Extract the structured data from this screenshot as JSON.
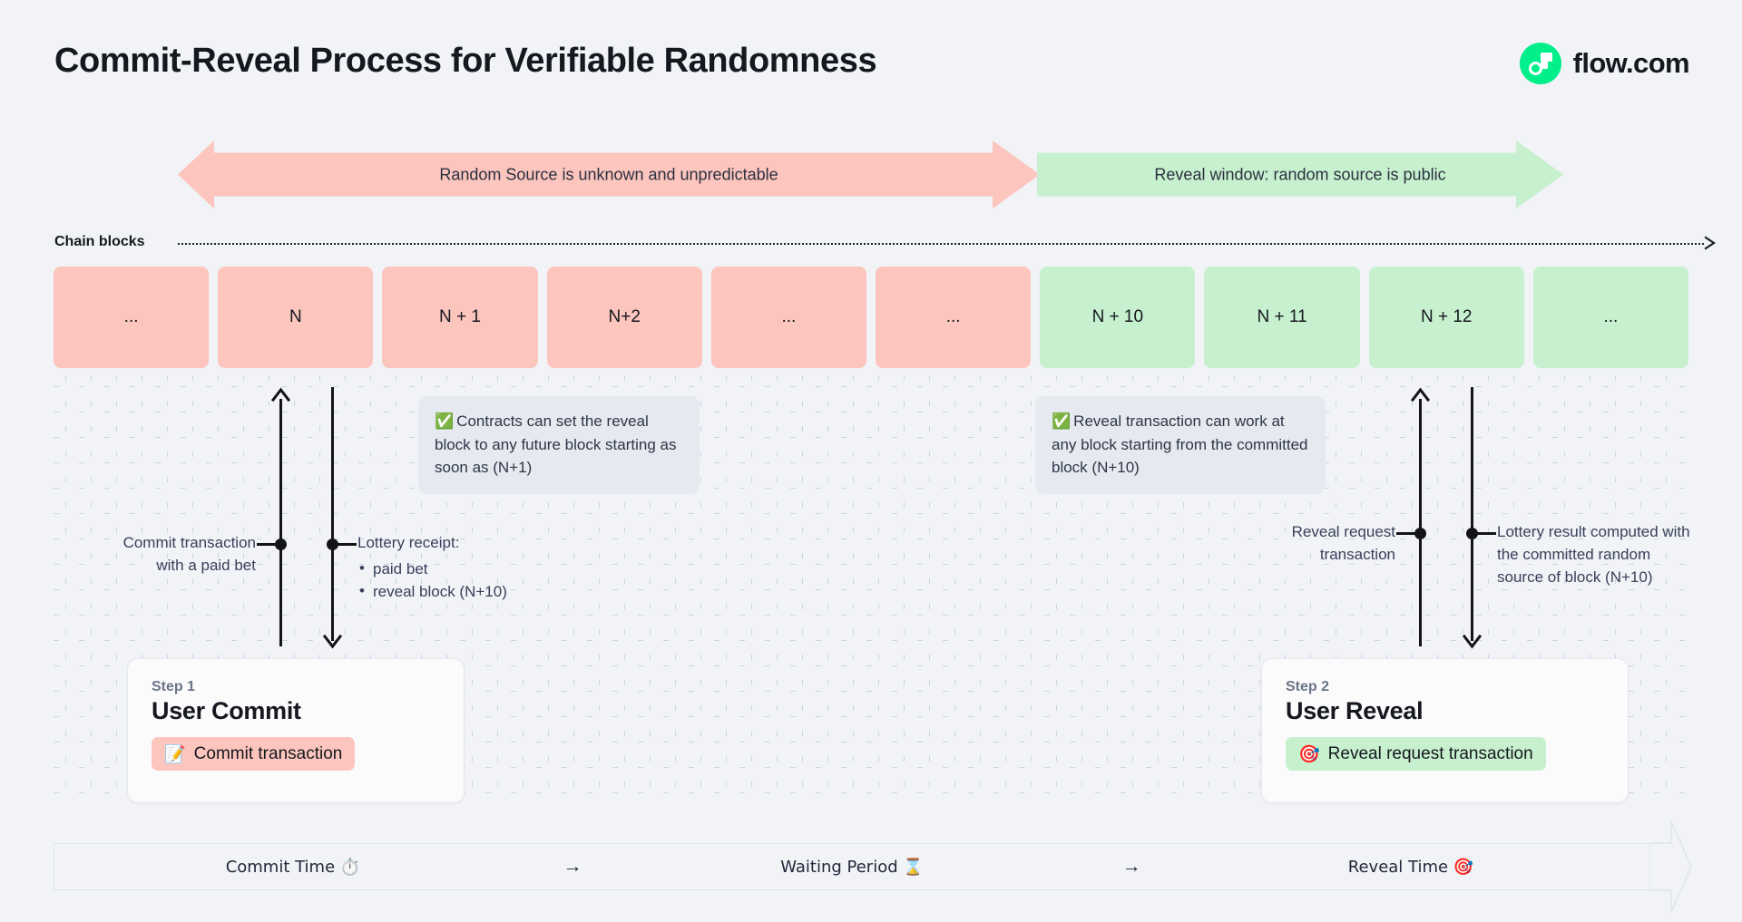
{
  "header": {
    "title": "Commit-Reveal Process for Verifiable Randomness",
    "brand_name": "flow.com",
    "brand_icon": "flow-logo-icon",
    "brand_color": "#00ef8b"
  },
  "phases": {
    "unknown": {
      "label": "Random Source is unknown and unpredictable",
      "color": "#fcc5bd",
      "direction": "double"
    },
    "reveal": {
      "label": "Reveal window: random source is public",
      "color": "#c7f0ce",
      "direction": "right"
    }
  },
  "chain": {
    "rail_label": "Chain blocks",
    "rail_icon": "dotted-arrow-right-icon",
    "blocks": [
      {
        "label": "...",
        "state": "committed",
        "color": "#fcc5bd"
      },
      {
        "label": "N",
        "state": "committed",
        "color": "#fcc5bd"
      },
      {
        "label": "N + 1",
        "state": "committed",
        "color": "#fcc5bd"
      },
      {
        "label": "N+2",
        "state": "committed",
        "color": "#fcc5bd"
      },
      {
        "label": "...",
        "state": "committed",
        "color": "#fcc5bd"
      },
      {
        "label": "...",
        "state": "committed",
        "color": "#fcc5bd"
      },
      {
        "label": "N + 10",
        "state": "revealed",
        "color": "#c7f0ce"
      },
      {
        "label": "N + 11",
        "state": "revealed",
        "color": "#c7f0ce"
      },
      {
        "label": "N + 12",
        "state": "revealed",
        "color": "#c7f0ce"
      },
      {
        "label": "...",
        "state": "revealed",
        "color": "#c7f0ce"
      }
    ]
  },
  "callouts": {
    "commit": {
      "icon": "check-mark-button-icon",
      "emoji": "✅",
      "text": "Contracts can set the reveal block to any future block starting as soon as (N+1)"
    },
    "reveal": {
      "icon": "check-mark-button-icon",
      "emoji": "✅",
      "text": "Reveal transaction can work at any block starting from the committed block (N+10)"
    }
  },
  "annotations": {
    "commit_tx": {
      "line1": "Commit transaction",
      "line2": "with a paid bet"
    },
    "lottery_receipt": {
      "title": "Lottery receipt:",
      "items": [
        "paid bet",
        "reveal block (N+10)"
      ]
    },
    "reveal_request": {
      "line1": "Reveal request",
      "line2": "transaction"
    },
    "lottery_result": {
      "text": "Lottery result computed with the committed random source of block (N+10)"
    }
  },
  "steps": [
    {
      "kicker": "Step 1",
      "title": "User Commit",
      "chip_emoji": "📝",
      "chip_icon": "memo-icon",
      "chip_label": "Commit transaction",
      "chip_color": "#fcc5bd"
    },
    {
      "kicker": "Step 2",
      "title": "User Reveal",
      "chip_emoji": "🎯",
      "chip_icon": "dart-target-icon",
      "chip_label": "Reveal request transaction",
      "chip_color": "#c7f0ce"
    }
  ],
  "timeline": {
    "segments": [
      {
        "label": "Commit Time ⏱️",
        "icon": "stopwatch-icon"
      },
      {
        "label": "Waiting Period ⌛",
        "icon": "hourglass-icon"
      },
      {
        "label": "Reveal Time 🎯",
        "icon": "dart-target-icon"
      }
    ],
    "separators": [
      "→",
      "→"
    ],
    "end_icon": "arrow-head-right-icon"
  }
}
